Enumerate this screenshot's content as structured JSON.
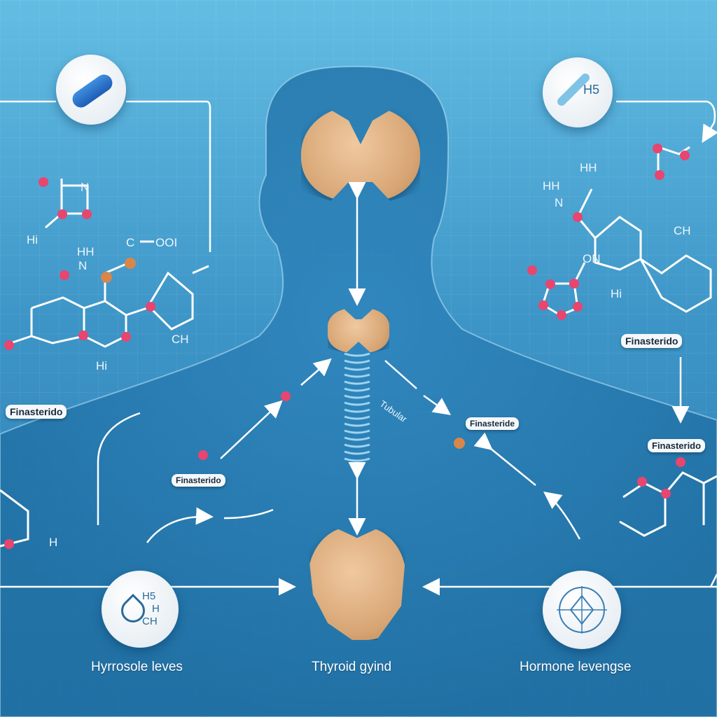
{
  "labels": {
    "finasteride_left": "Finasterido",
    "finasteride_center_left": "Finasterido",
    "finasteride_center_right": "Finasteride",
    "finasteride_right_top": "Finasterido",
    "finasteride_right": "Finasterido",
    "trachea_label": "Tubular"
  },
  "captions": {
    "left": "Hyrrosole leves",
    "center": "Thyroid gyind",
    "right": "Hormone levengse"
  },
  "icons": {
    "top_left": "capsule-icon",
    "top_right": "dropper-icon",
    "top_right_text": "H5",
    "bottom_left": "drop-icon",
    "bottom_left_text": [
      "H5",
      "H",
      "CH"
    ],
    "bottom_right": "hormone-cycle-icon"
  },
  "atoms": {
    "left": [
      "N",
      "Hi",
      "HH",
      "N",
      "C",
      "OOI",
      "CH",
      "Hi",
      "H"
    ],
    "right": [
      "HH",
      "HH",
      "N",
      "ON",
      "CH",
      "Hi"
    ]
  },
  "colors": {
    "atom_pink": "#e8456f",
    "atom_orange": "#d9864a",
    "background_top": "#63bde3",
    "background_bottom": "#2a78ad"
  }
}
